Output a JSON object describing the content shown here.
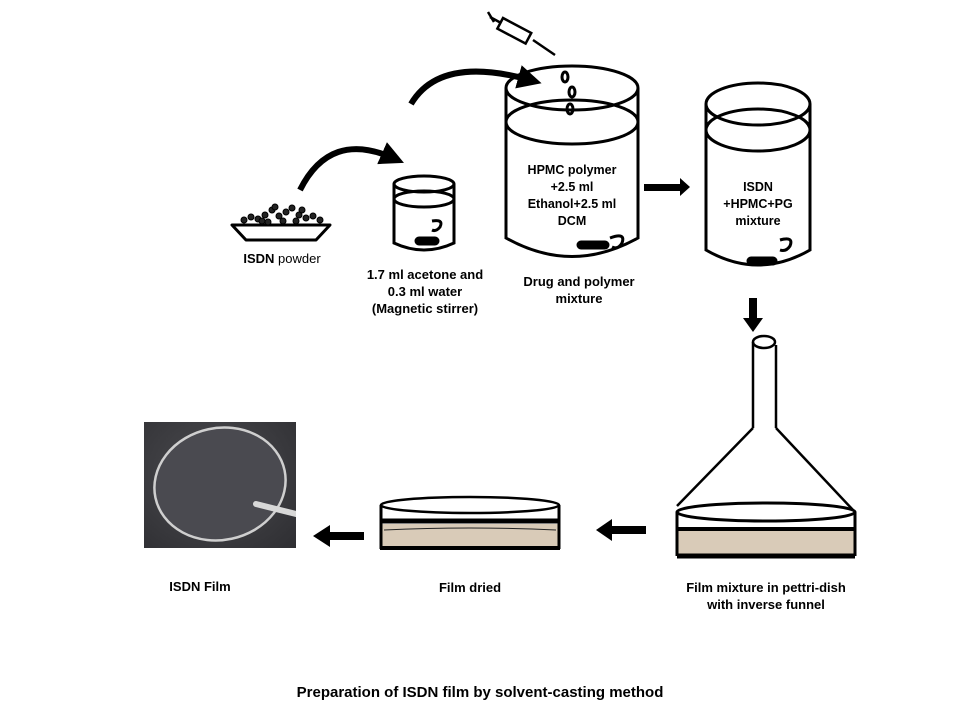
{
  "figure": {
    "caption": "Preparation of ISDN film by solvent-casting method"
  },
  "steps": {
    "powder": {
      "label_bold": "ISDN",
      "label_rest": " powder",
      "icon": "powder-dish-icon"
    },
    "solvent_beaker": {
      "label_lines": [
        "1.7 ml acetone and",
        "0.3 ml water",
        "(Magnetic stirrer)"
      ],
      "icon": "beaker-with-stirrer-icon"
    },
    "drug_polymer": {
      "inner_lines": [
        "HPMC polymer",
        "+2.5 ml",
        "Ethanol+2.5 ml",
        "DCM"
      ],
      "label_lines": [
        "Drug and polymer",
        "mixture"
      ],
      "icon": "large-beaker-icon",
      "addition_icon": "syringe-icon"
    },
    "final_mixture": {
      "inner_lines": [
        "ISDN",
        "+HPMC+PG",
        "mixture"
      ],
      "icon": "beaker-with-stirrer-icon"
    },
    "casting": {
      "label_lines": [
        "Film mixture in pettri-dish",
        "with inverse funnel"
      ],
      "icon": "funnel-over-petri-dish-icon"
    },
    "dried": {
      "label": "Film dried",
      "icon": "petri-dish-icon"
    },
    "film": {
      "label": "ISDN Film",
      "icon": "film-photo"
    }
  },
  "colors": {
    "line": "#000000",
    "film_fill": "#d9cbb8",
    "photo_bg": "#3b3b3f"
  }
}
